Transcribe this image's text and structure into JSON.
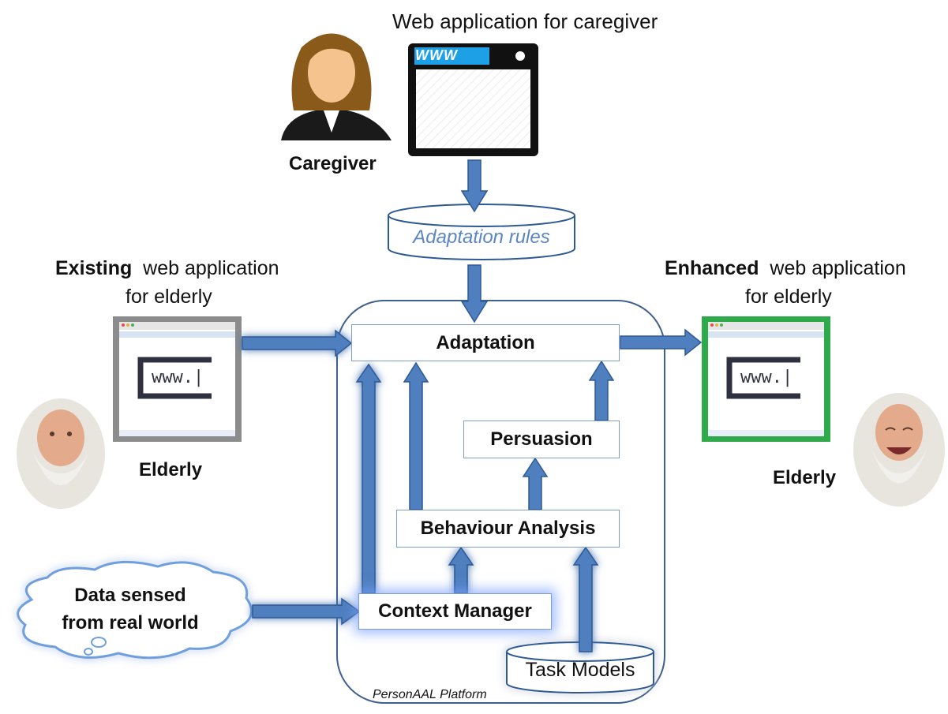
{
  "caregiver": {
    "webapp_label": "Web application for caregiver",
    "role_label": "Caregiver",
    "browser_badge": "WWW"
  },
  "rules": {
    "label": "Adaptation rules"
  },
  "existing": {
    "title_bold": "Existing",
    "title_rest": "web application",
    "title_line2": "for elderly",
    "url_text": "www.|",
    "role_label": "Elderly"
  },
  "enhanced": {
    "title_bold": "Enhanced",
    "title_rest": "web application",
    "title_line2": "for elderly",
    "url_text": "www.|",
    "role_label": "Elderly"
  },
  "platform": {
    "label": "PersonAAL Platform",
    "adaptation": "Adaptation",
    "persuasion": "Persuasion",
    "behaviour_analysis": "Behaviour Analysis",
    "context_manager": "Context Manager",
    "task_models": "Task Models"
  },
  "sensed": {
    "line1": "Data sensed",
    "line2": "from real world"
  },
  "colors": {
    "arrow": "#4f7fbf",
    "arrow_stroke": "#2e5a94",
    "border": "#3f5f8f",
    "rules_text": "#5b86c4",
    "enhanced_frame": "#2eaa4a",
    "existing_frame": "#8c8c8c",
    "www_badge": "#1ea0e6"
  }
}
